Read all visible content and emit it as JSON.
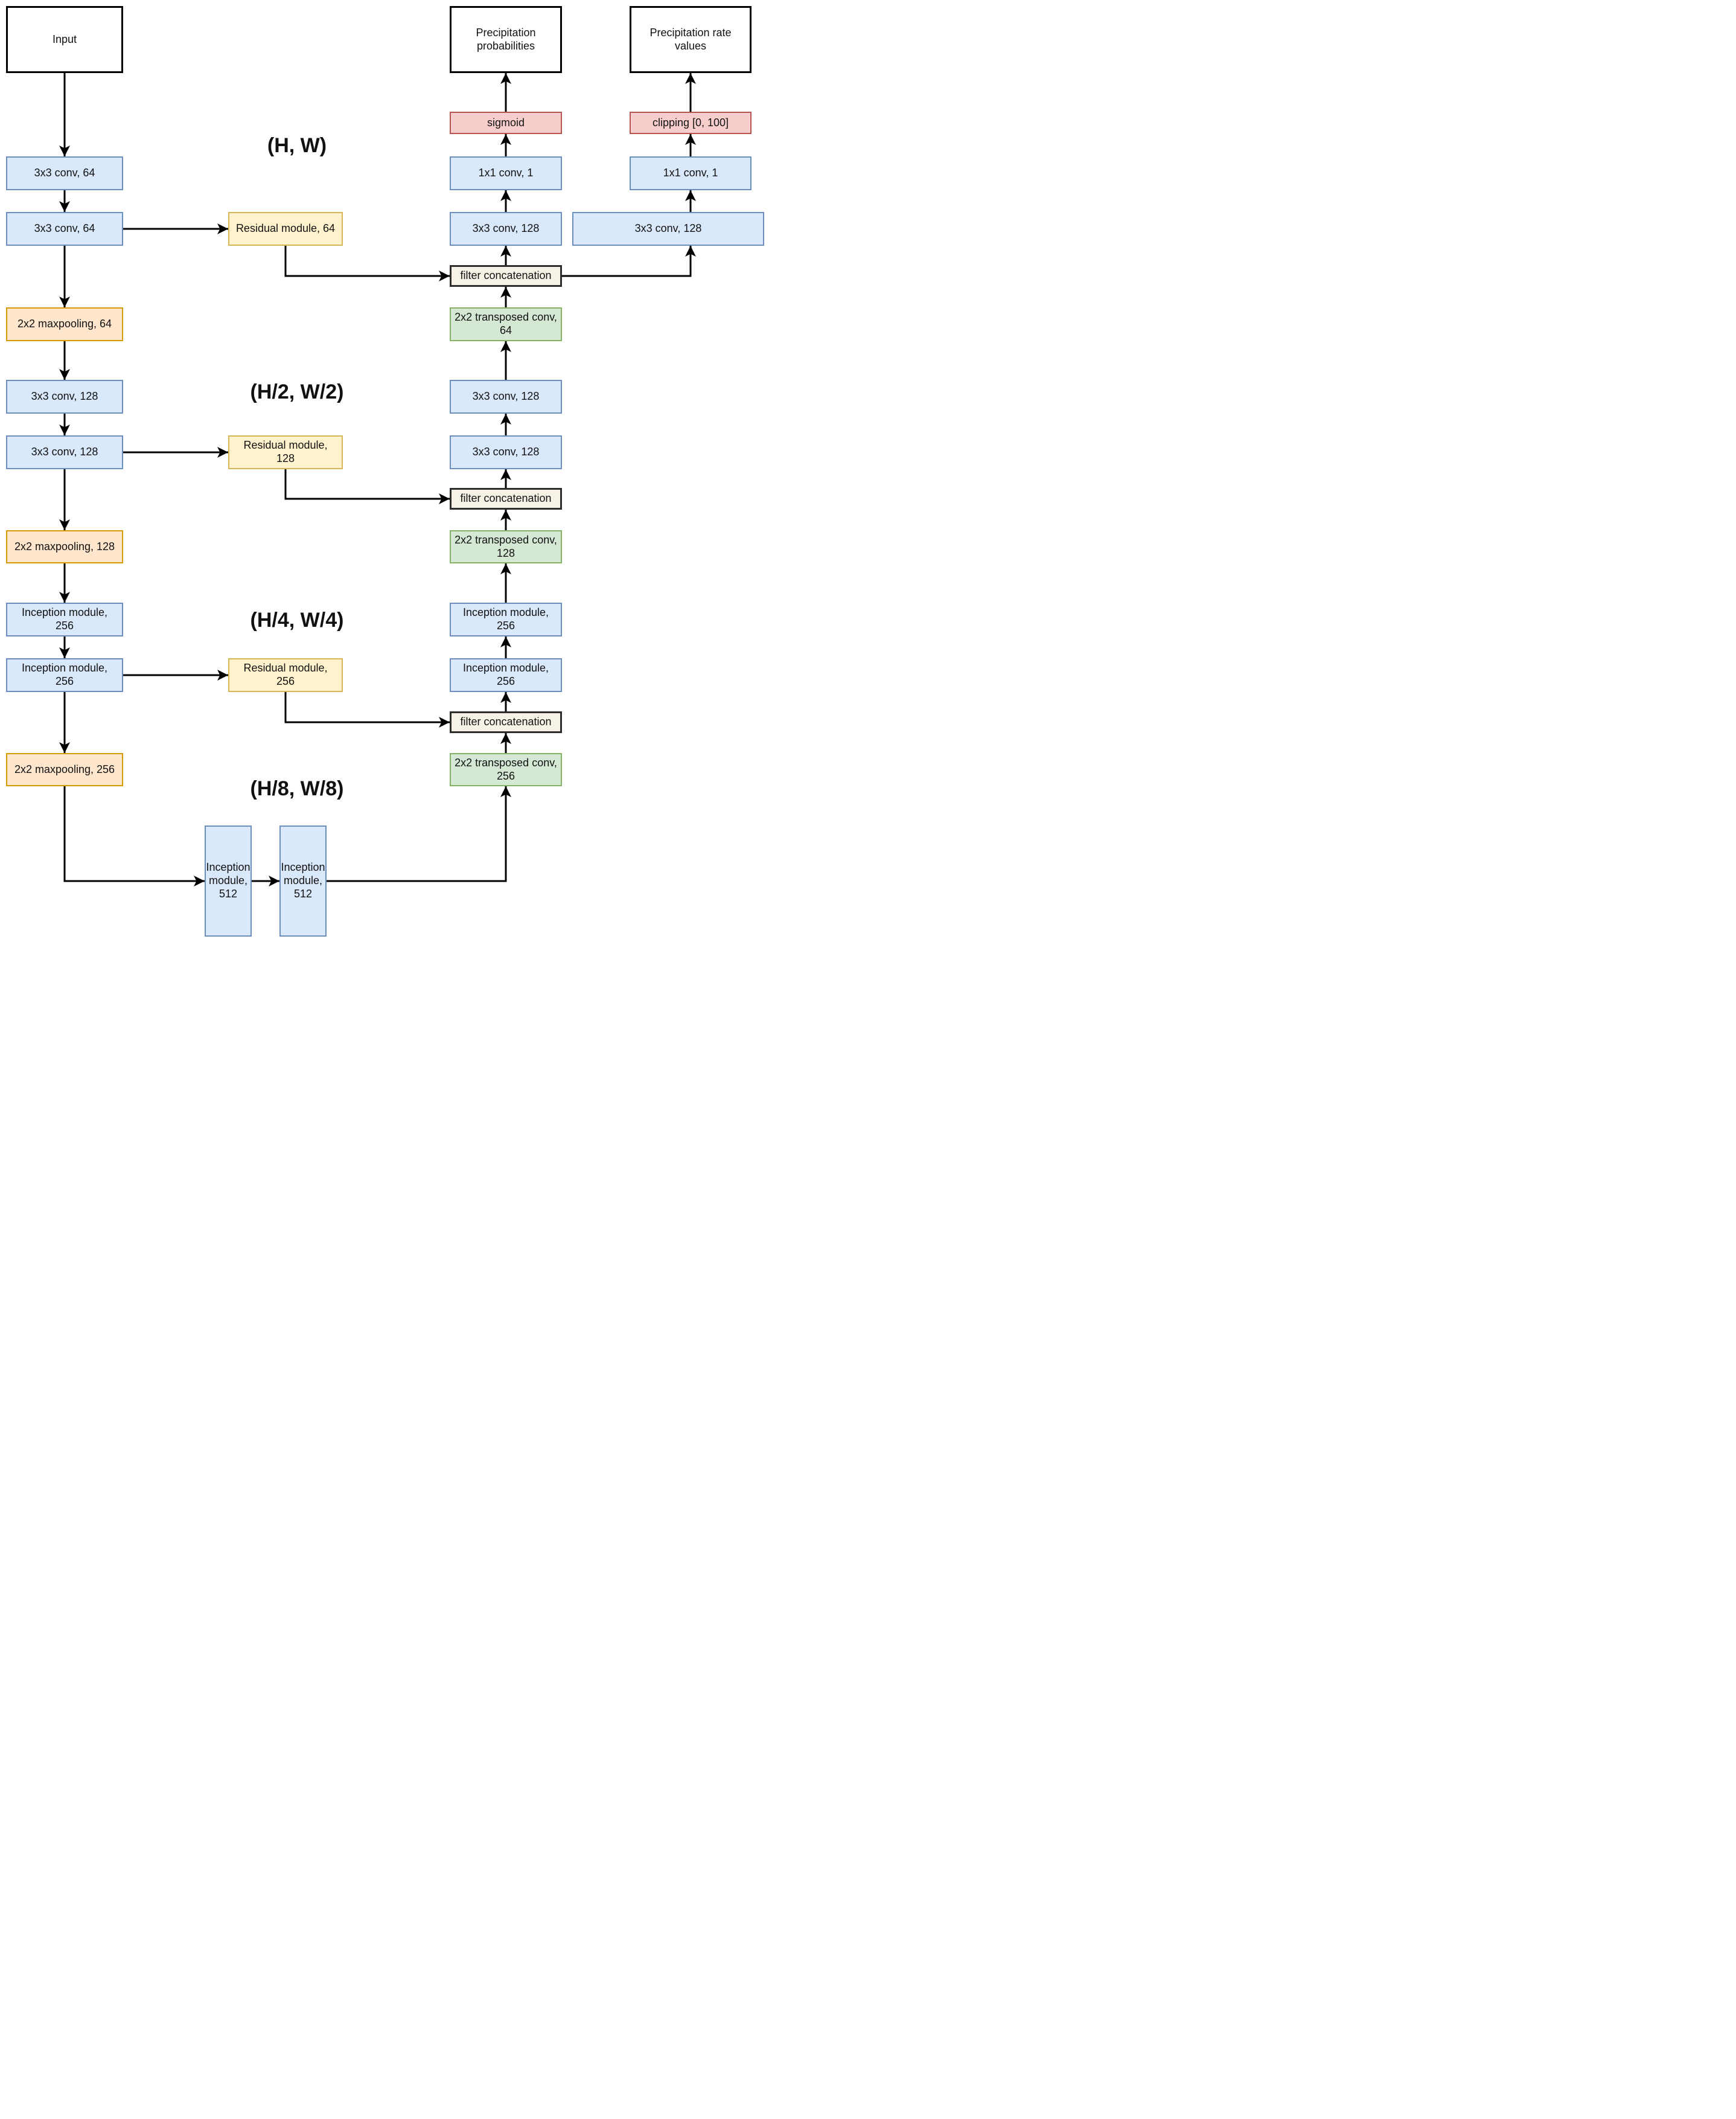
{
  "nodes": {
    "input": "Input",
    "enc_conv64_a": "3x3 conv, 64",
    "enc_conv64_b": "3x3 conv, 64",
    "maxpool_64": "2x2 maxpooling, 64",
    "enc_conv128_a": "3x3 conv, 128",
    "enc_conv128_b": "3x3 conv, 128",
    "maxpool_128": "2x2 maxpooling, 128",
    "enc_inception256_a": "Inception module,\n256",
    "enc_inception256_b": "Inception module,\n256",
    "maxpool_256": "2x2 maxpooling, 256",
    "residual_64": "Residual module, 64",
    "residual_128": "Residual module,\n128",
    "residual_256": "Residual module,\n256",
    "inception512_a": "Inception\nmodule,\n512",
    "inception512_b": "Inception\nmodule,\n512",
    "tconv_256": "2x2 transposed conv,\n256",
    "tconv_128": "2x2 transposed conv,\n128",
    "tconv_64": "2x2 transposed conv,\n64",
    "concat_full": "filter concatenation",
    "concat_half": "filter concatenation",
    "concat_quarter": "filter concatenation",
    "dec_inception256_a": "Inception module,\n256",
    "dec_inception256_b": "Inception module,\n256",
    "dec_conv128_top": "3x3 conv, 128",
    "dec_conv128_mid": "3x3 conv, 128",
    "dec_conv128_low": "3x3 conv, 128",
    "prob_conv1x1": "1x1 conv, 1",
    "prob_sigmoid": "sigmoid",
    "prob_output": "Precipitation\nprobabilities",
    "rate_conv128": "3x3 conv, 128",
    "rate_conv1x1": "1x1 conv, 1",
    "rate_clipping": "clipping [0, 100]",
    "rate_output": "Precipitation rate\nvalues"
  },
  "scale_labels": {
    "full": "(H, W)",
    "half": "(H/2, W/2)",
    "quarter": "(H/4, W/4)",
    "eighth": "(H/8, W/8)"
  },
  "colors": {
    "conv_fill": "#dae8fc",
    "conv_border": "#6c8ebf",
    "pool_fill": "#ffe6cc",
    "pool_border": "#d79b00",
    "residual_fill": "#fff2cc",
    "residual_border": "#d6b656",
    "transposed_fill": "#d5e8d4",
    "transposed_border": "#82b366",
    "activation_fill": "#f8cecc",
    "activation_border": "#b85450",
    "concat_fill": "#f6f2e6",
    "concat_border": "#2d2d2d",
    "io_fill": "#ffffff",
    "io_border": "#000000",
    "edge": "#000000"
  }
}
